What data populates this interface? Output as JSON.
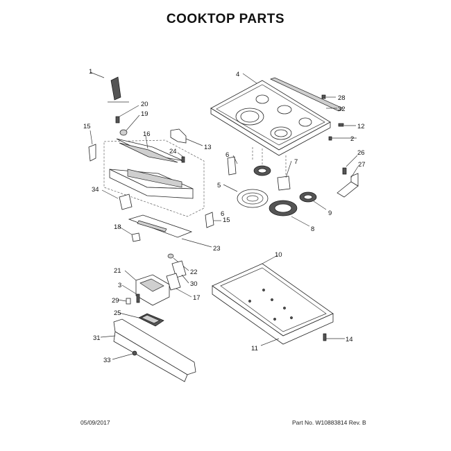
{
  "title": "COOKTOP PARTS",
  "footer": {
    "date": "05/09/2017",
    "part_no": "Part No. W10883814  Rev. B"
  },
  "callouts": [
    "1",
    "2",
    "3",
    "4",
    "5",
    "6",
    "6",
    "7",
    "8",
    "9",
    "10",
    "11",
    "12",
    "13",
    "14",
    "15",
    "15",
    "16",
    "17",
    "18",
    "19",
    "20",
    "21",
    "22",
    "23",
    "24",
    "25",
    "26",
    "27",
    "28",
    "29",
    "30",
    "31",
    "32",
    "33",
    "34"
  ],
  "colors": {
    "line": "#333333",
    "fill_dark": "#555555",
    "fill_light": "#cfcfcf"
  }
}
